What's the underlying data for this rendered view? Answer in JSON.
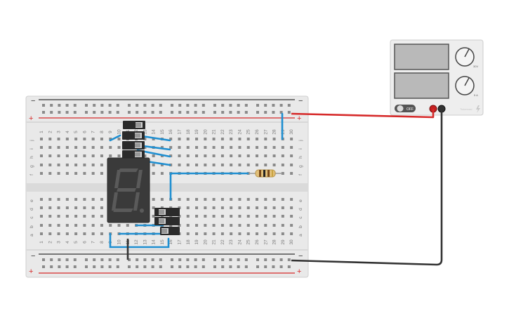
{
  "breadboard": {
    "columns": [
      "1",
      "2",
      "3",
      "4",
      "5",
      "6",
      "7",
      "8",
      "9",
      "10",
      "11",
      "12",
      "13",
      "14",
      "15",
      "16",
      "17",
      "18",
      "19",
      "20",
      "21",
      "22",
      "23",
      "24",
      "25",
      "26",
      "27",
      "28",
      "29",
      "30"
    ],
    "rows_top": [
      "j",
      "i",
      "h",
      "g",
      "f"
    ],
    "rows_bottom": [
      "e",
      "d",
      "c",
      "b",
      "a"
    ],
    "rail_minus": "−",
    "rail_plus": "+"
  },
  "power_supply": {
    "off_label": "OFF",
    "voltage_label": "30V",
    "current_label": "5 A",
    "brand_label": "Tinkercad"
  },
  "display": {
    "digit": "8"
  },
  "colors": {
    "wire_blue": "#1f8fd1",
    "wire_red": "#d62a2a",
    "wire_black": "#333333",
    "rail_red": "#d62a2a",
    "breadboard": "#e9e9e9"
  }
}
